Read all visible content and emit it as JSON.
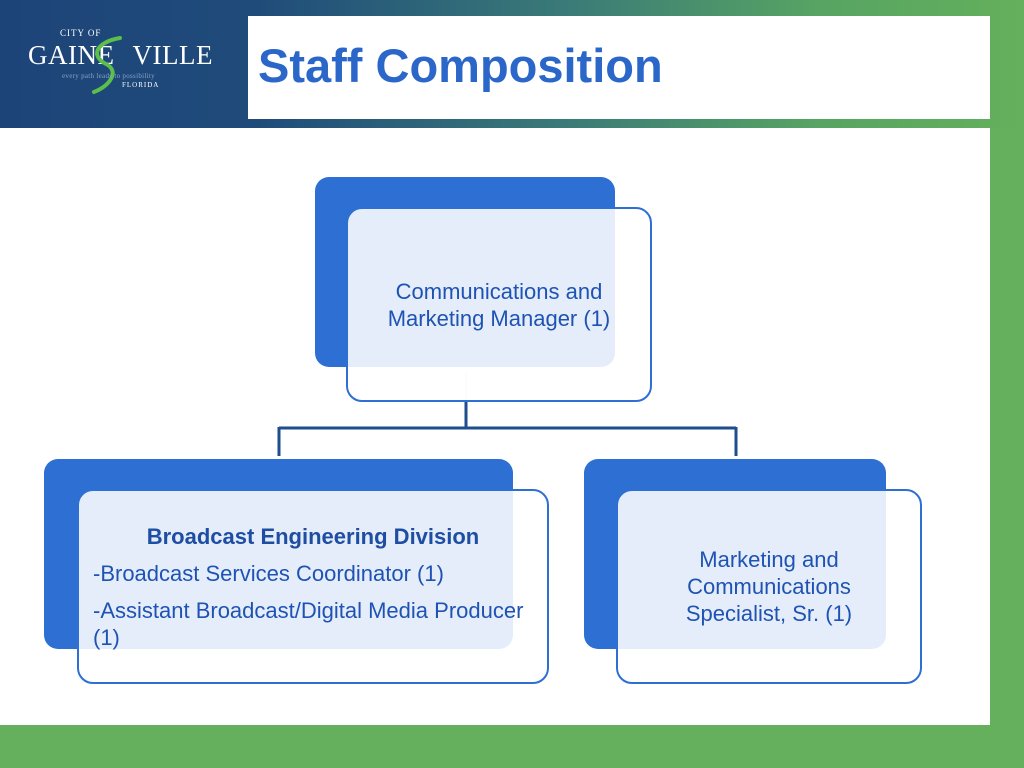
{
  "header": {
    "logo": {
      "city_prefix": "CITY OF",
      "name_left": "GAINE",
      "name_right": "VILLE",
      "tagline": "every path leads to possibility",
      "state": "FLORIDA"
    },
    "title": "Staff Composition"
  },
  "org_chart": {
    "root": {
      "label": "Communications and Marketing Manager (1)"
    },
    "children": [
      {
        "title": "Broadcast Engineering Division",
        "items": [
          "-Broadcast Services Coordinator (1)",
          "-Assistant Broadcast/Digital Media Producer (1)"
        ]
      },
      {
        "label": "Marketing and Communications Specialist, Sr. (1)"
      }
    ]
  },
  "colors": {
    "accent_blue": "#2e6fd4",
    "title_blue": "#2b67c9",
    "brand_green": "#64b05c",
    "brand_navy": "#1d4479"
  }
}
